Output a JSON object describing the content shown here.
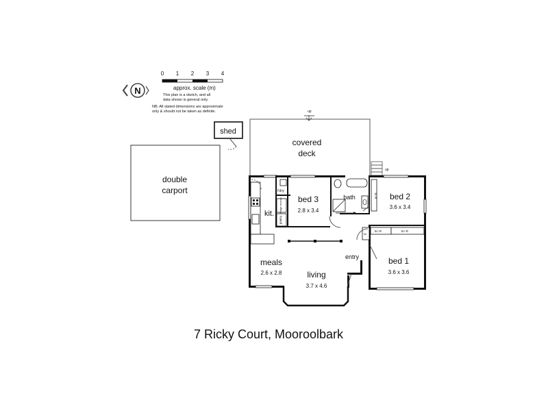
{
  "scale": {
    "ticks": [
      "0",
      "1",
      "2",
      "3",
      "4"
    ],
    "label": "approx. scale (m)",
    "disclaimer": [
      "This plan is a sketch, and all",
      "data shown is general only."
    ],
    "note": [
      "NB: All stated dimensions are approximate",
      "only & should not be taken as definite."
    ]
  },
  "compass": {
    "letter": "N"
  },
  "rooms": {
    "shed": "shed",
    "carport": [
      "double",
      "carport"
    ],
    "deck": [
      "covered",
      "deck"
    ],
    "bed3": {
      "name": "bed 3",
      "dims": "2.8 x 3.4"
    },
    "bath": "bath",
    "bed2": {
      "name": "bed 2",
      "dims": "3.6 x 3.4"
    },
    "kit": "kit.",
    "ldry": "l'dry",
    "fridge": "fridge recess",
    "pantry": "pantry",
    "meals": {
      "name": "meals",
      "dims": "2.6 x 2.8"
    },
    "living": {
      "name": "living",
      "dims": "3.7 x 4.6"
    },
    "entry": "entry",
    "bed1": {
      "name": "bed 1",
      "dims": "3.6 x 3.6"
    },
    "bir1": "B.I.R",
    "bir2": "B.I.R",
    "lin": "lin",
    "wc": "B.I.R",
    "up1": "up",
    "up2": "up"
  },
  "address": "7 Ricky Court, Mooroolbark"
}
